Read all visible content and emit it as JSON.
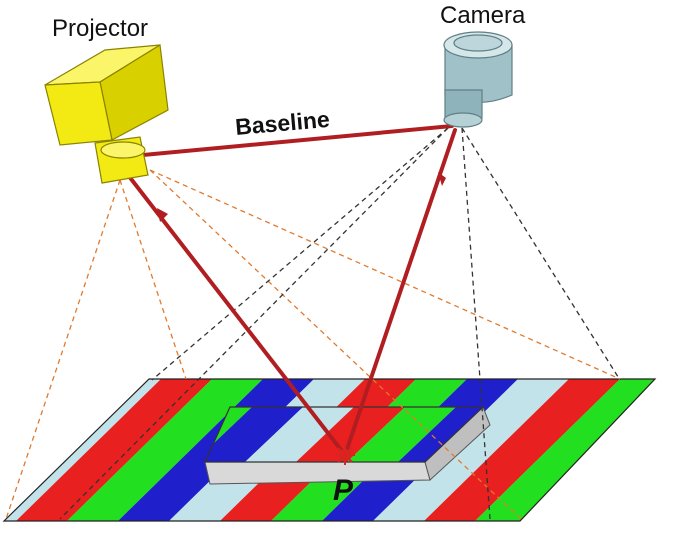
{
  "labels": {
    "projector": "Projector",
    "camera": "Camera",
    "baseline": "Baseline",
    "point": "P"
  },
  "colors": {
    "ray": "#b01e22",
    "projector_dash": "#e07a2f",
    "camera_dash": "#333333",
    "stripe_red": "#e8201f",
    "stripe_green": "#22e01f",
    "stripe_blue": "#1f1fcc",
    "stripe_light": "#c3e3ea",
    "projector_body": "#f2ea12",
    "camera_body": "#9fc1c7"
  }
}
